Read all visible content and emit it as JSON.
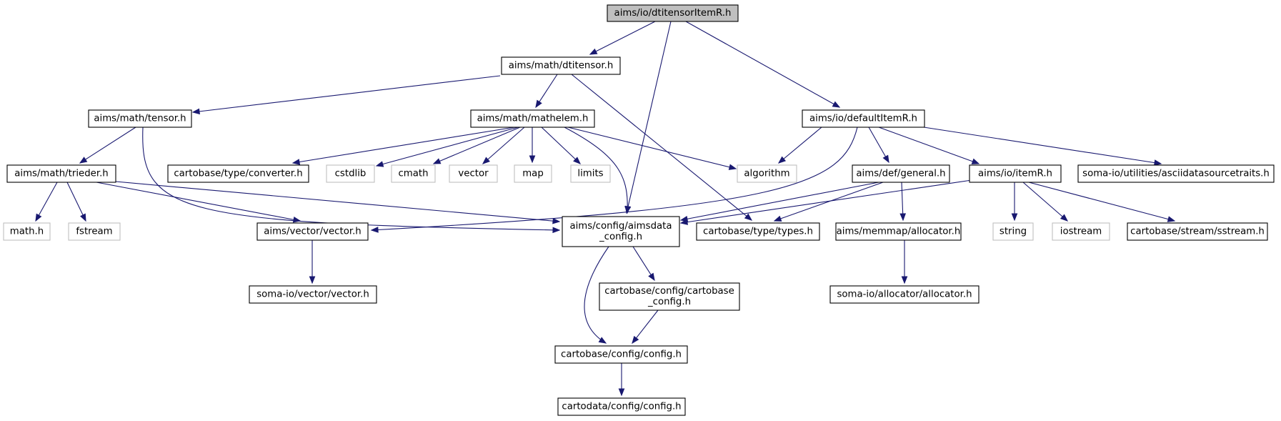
{
  "graph": {
    "root": "dtitensorItemR",
    "nodes": [
      {
        "id": "dtitensorItemR",
        "label": "aims/io/dtitensorItemR.h",
        "kind": "root"
      },
      {
        "id": "dtitensor",
        "label": "aims/math/dtitensor.h",
        "kind": "file"
      },
      {
        "id": "defaultItemR",
        "label": "aims/io/defaultItemR.h",
        "kind": "file"
      },
      {
        "id": "tensor",
        "label": "aims/math/tensor.h",
        "kind": "file"
      },
      {
        "id": "mathelem",
        "label": "aims/math/mathelem.h",
        "kind": "file"
      },
      {
        "id": "trieder",
        "label": "aims/math/trieder.h",
        "kind": "file"
      },
      {
        "id": "converter",
        "label": "cartobase/type/converter.h",
        "kind": "file"
      },
      {
        "id": "cstdlib",
        "label": "cstdlib",
        "kind": "system"
      },
      {
        "id": "cmath",
        "label": "cmath",
        "kind": "system"
      },
      {
        "id": "vector",
        "label": "vector",
        "kind": "system"
      },
      {
        "id": "map",
        "label": "map",
        "kind": "system"
      },
      {
        "id": "limits",
        "label": "limits",
        "kind": "system"
      },
      {
        "id": "algorithm",
        "label": "algorithm",
        "kind": "system"
      },
      {
        "id": "general",
        "label": "aims/def/general.h",
        "kind": "file"
      },
      {
        "id": "itemR",
        "label": "aims/io/itemR.h",
        "kind": "file"
      },
      {
        "id": "asciidata",
        "label": "soma-io/utilities/asciidatasourcetraits.h",
        "kind": "file"
      },
      {
        "id": "mathh",
        "label": "math.h",
        "kind": "system"
      },
      {
        "id": "fstream",
        "label": "fstream",
        "kind": "system"
      },
      {
        "id": "aimsvector",
        "label": "aims/vector/vector.h",
        "kind": "file"
      },
      {
        "id": "aimsdata",
        "label": "aims/config/aimsdata\n_config.h",
        "kind": "file"
      },
      {
        "id": "types",
        "label": "cartobase/type/types.h",
        "kind": "file"
      },
      {
        "id": "allocator",
        "label": "aims/memmap/allocator.h",
        "kind": "file"
      },
      {
        "id": "string",
        "label": "string",
        "kind": "system"
      },
      {
        "id": "iostream",
        "label": "iostream",
        "kind": "system"
      },
      {
        "id": "sstream",
        "label": "cartobase/stream/sstream.h",
        "kind": "file"
      },
      {
        "id": "somavector",
        "label": "soma-io/vector/vector.h",
        "kind": "file"
      },
      {
        "id": "cartobaseconfig",
        "label": "cartobase/config/cartobase\n_config.h",
        "kind": "file"
      },
      {
        "id": "somaallocator",
        "label": "soma-io/allocator/allocator.h",
        "kind": "file"
      },
      {
        "id": "config",
        "label": "cartobase/config/config.h",
        "kind": "file"
      },
      {
        "id": "cartodataconfig",
        "label": "cartodata/config/config.h",
        "kind": "file"
      }
    ],
    "edges": [
      [
        "dtitensorItemR",
        "dtitensor"
      ],
      [
        "dtitensorItemR",
        "aimsdata"
      ],
      [
        "dtitensorItemR",
        "defaultItemR"
      ],
      [
        "dtitensor",
        "tensor"
      ],
      [
        "dtitensor",
        "mathelem"
      ],
      [
        "dtitensor",
        "types"
      ],
      [
        "tensor",
        "trieder"
      ],
      [
        "tensor",
        "aimsdata"
      ],
      [
        "mathelem",
        "converter"
      ],
      [
        "mathelem",
        "cstdlib"
      ],
      [
        "mathelem",
        "cmath"
      ],
      [
        "mathelem",
        "vector"
      ],
      [
        "mathelem",
        "map"
      ],
      [
        "mathelem",
        "limits"
      ],
      [
        "mathelem",
        "algorithm"
      ],
      [
        "mathelem",
        "aimsdata"
      ],
      [
        "trieder",
        "mathh"
      ],
      [
        "trieder",
        "fstream"
      ],
      [
        "trieder",
        "aimsvector"
      ],
      [
        "trieder",
        "aimsdata"
      ],
      [
        "defaultItemR",
        "algorithm"
      ],
      [
        "defaultItemR",
        "aimsvector"
      ],
      [
        "defaultItemR",
        "general"
      ],
      [
        "defaultItemR",
        "itemR"
      ],
      [
        "defaultItemR",
        "asciidata"
      ],
      [
        "general",
        "aimsdata"
      ],
      [
        "general",
        "types"
      ],
      [
        "general",
        "allocator"
      ],
      [
        "itemR",
        "aimsdata"
      ],
      [
        "itemR",
        "string"
      ],
      [
        "itemR",
        "iostream"
      ],
      [
        "itemR",
        "sstream"
      ],
      [
        "aimsvector",
        "somavector"
      ],
      [
        "aimsdata",
        "cartobaseconfig"
      ],
      [
        "aimsdata",
        "config"
      ],
      [
        "cartobaseconfig",
        "config"
      ],
      [
        "allocator",
        "somaallocator"
      ],
      [
        "config",
        "cartodataconfig"
      ]
    ]
  }
}
